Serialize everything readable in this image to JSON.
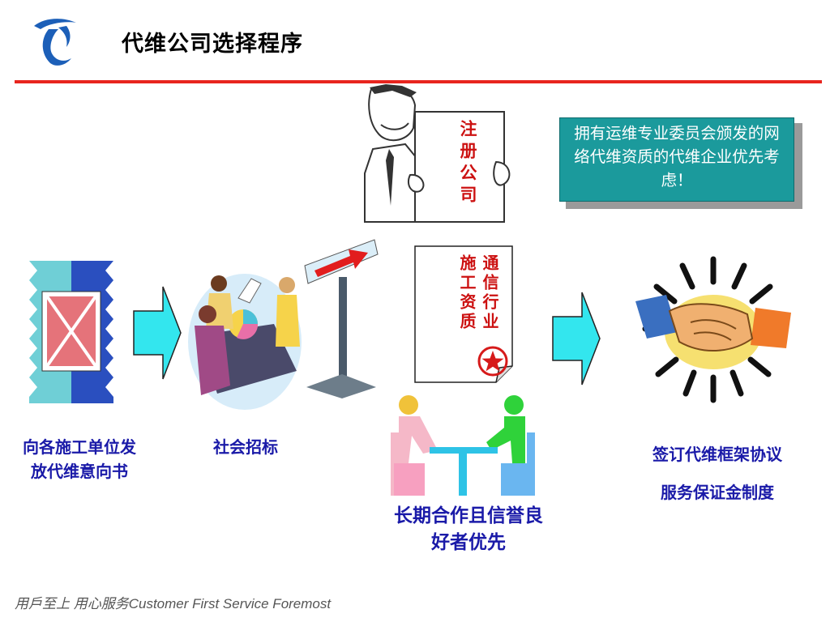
{
  "header": {
    "title": "代维公司选择程序"
  },
  "steps": {
    "step1_label": "向各施工单位发放代维意向书",
    "step2_label": "社会招标",
    "step3_label": "长期合作且信誉良好者优先",
    "step4_line1": "签订代维框架协议",
    "step4_line2": "服务保证金制度"
  },
  "sign": {
    "text": "注册公司"
  },
  "certificate": {
    "line1": "通信行业",
    "line2": "施工资质"
  },
  "callout": {
    "text": "拥有运维专业委员会颁发的网络代维资质的代维企业优先考虑！"
  },
  "footer": {
    "slogan": "用戶至上 用心服务Customer First Service Foremost"
  },
  "colors": {
    "accent_red": "#e8251e",
    "label_blue": "#1a1aa8",
    "callout_teal": "#1b9a9c",
    "arrow_cyan": "#33e6ee"
  }
}
